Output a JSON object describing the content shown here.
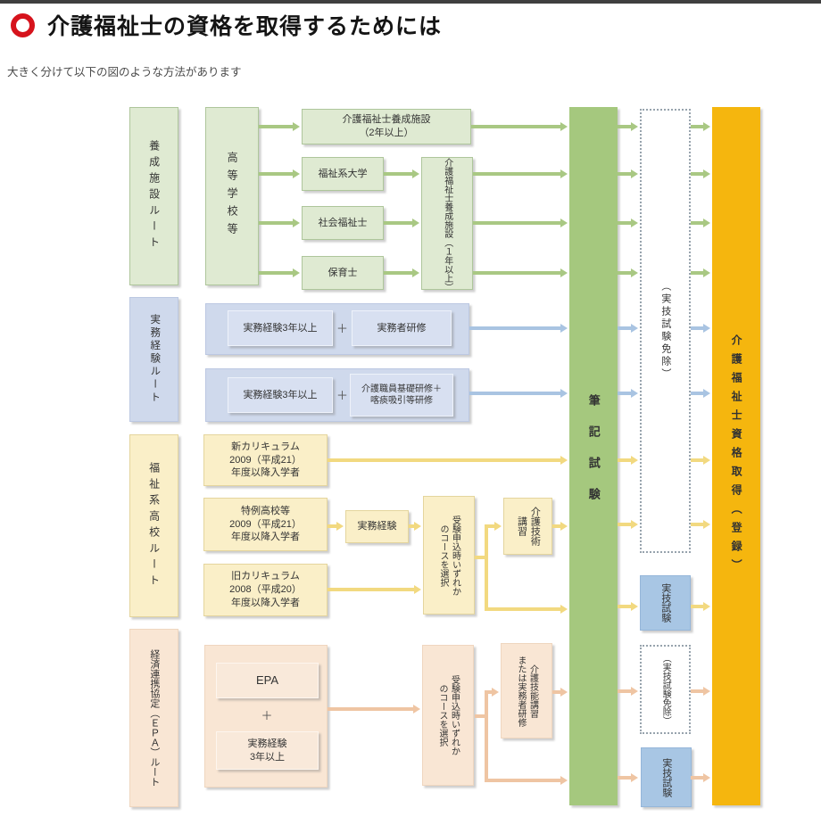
{
  "header": {
    "title": "介護福祉士の資格を取得するためには",
    "subtitle": "大きく分けて以下の図のような方法があります"
  },
  "diagram": {
    "route_labels": [
      "養成施設ルート",
      "実務経験ルート",
      "福祉系高校ルート",
      "経済連携協定（ＥＰＡ）ルート"
    ],
    "yosei": {
      "highschool": "高等学校等",
      "facility2y": "介護福祉士養成施設\n（2年以上）",
      "welfare_university": "福祉系大学",
      "social_worker": "社会福祉士",
      "nursery_teacher": "保育士",
      "facility1y": "介護福祉士養成施設（１年以上）"
    },
    "jitsumu": {
      "plus": "＋",
      "row1_left": "実務経験3年以上",
      "row1_right": "実務者研修",
      "row2_left": "実務経験3年以上",
      "row2_right": "介護職員基礎研修＋\n喀痰吸引等研修"
    },
    "fukushi": {
      "new_curriculum": "新カリキュラム\n2009（平成21）\n年度以降入学者",
      "tokurei_highschool": "特例高校等\n2009（平成21）\n年度以降入学者",
      "work_experience": "実務経験",
      "old_curriculum": "旧カリキュラム\n2008（平成20）\n年度以降入学者",
      "course_select": "受験申込時いずれか\nのコースを選択",
      "care_skill_course": "介護技術\n講習"
    },
    "epa": {
      "epa": "EPA",
      "plus": "＋",
      "work_exp_3y": "実務経験\n3年以上",
      "course_select": "受験申込時いずれか\nのコースを選択",
      "care_skill_or_training": "介護技能講習\nまたは実務者研修"
    },
    "exam": {
      "written": "筆記試験",
      "practical_exempt_top": "（実技試験免除）",
      "practical_1": "実技試験",
      "practical_exempt_bottom": "（実技試験免除）",
      "practical_2": "実技試験",
      "qualification": "介護福祉士資格取得（登録）"
    },
    "colors": {
      "accent_red": "#d6131c",
      "green_bar": "#a5c87e",
      "orange_bar": "#f5b60e",
      "light_green": "#dfead2",
      "light_blue": "#cfd9ec",
      "light_yellow": "#faefc8",
      "light_peach": "#f9e6d4",
      "blue_box": "#a8c6e4",
      "arrow_green": "#a9c883",
      "arrow_blue": "#a9c4e2",
      "arrow_yellow": "#f2d980",
      "arrow_peach": "#efc5a3"
    }
  }
}
